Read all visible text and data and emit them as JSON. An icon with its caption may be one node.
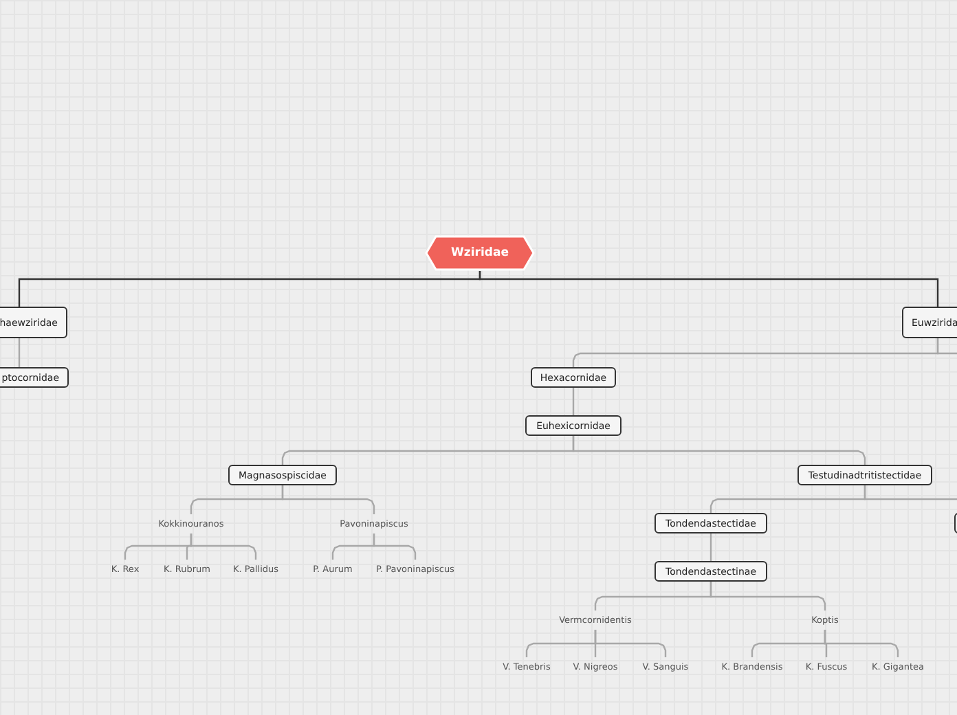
{
  "diagram": {
    "nodes": [
      {
        "text": [
          "Wziridae"
        ]
      },
      {
        "text": [
          "haewziridae"
        ]
      },
      {
        "text": [
          "ptocornidae"
        ]
      },
      {
        "text": [
          "Euwzirida"
        ]
      },
      {
        "text": [
          "Hexacornidae"
        ]
      },
      {
        "text": [
          "Euhexicornidae"
        ]
      },
      {
        "text": [
          "Magnasospiscidae"
        ]
      },
      {
        "text": [
          "Testudinadtritistectidae"
        ]
      },
      {
        "text": [
          "Kokkinouranos"
        ]
      },
      {
        "text": [
          "Pavoninapiscus"
        ]
      },
      {
        "text": [
          "K. Rex"
        ]
      },
      {
        "text": [
          "K. Rubrum"
        ]
      },
      {
        "text": [
          "K. Pallidus"
        ]
      },
      {
        "text": [
          "P. Aurum"
        ]
      },
      {
        "text": [
          "P. Pavoninapiscus"
        ]
      },
      {
        "text": [
          "Tondendastectidae"
        ]
      },
      {
        "text": [],
        "shape": "box"
      },
      {
        "text": [
          "Tondendastectinae"
        ]
      },
      {
        "text": [
          "Vermcornidentis"
        ]
      },
      {
        "text": [
          "Koptis"
        ]
      },
      {
        "text": [
          "V. Tenebris"
        ]
      },
      {
        "text": [
          "V. Nigreos"
        ]
      },
      {
        "text": [
          "V. Sanguis"
        ]
      },
      {
        "text": [
          "K. Brandensis"
        ]
      },
      {
        "text": [
          "K. Fuscus"
        ]
      },
      {
        "text": [
          "K. Gigantea"
        ]
      }
    ],
    "edges": [
      {
        "from": 0,
        "to": 1,
        "arrow": "none",
        "color": "#333333"
      },
      {
        "from": 0,
        "to": 3,
        "arrow": "none",
        "color": "#333333"
      },
      {
        "from": 1,
        "to": 2,
        "arrow": "none"
      },
      {
        "from": 3,
        "to": 4,
        "arrow": "none"
      },
      {
        "from": 3,
        "to": null,
        "arrow": "none"
      },
      {
        "from": 4,
        "to": 5,
        "arrow": "none"
      },
      {
        "from": 5,
        "to": 6,
        "arrow": "none"
      },
      {
        "from": 5,
        "to": 7,
        "arrow": "none"
      },
      {
        "from": 6,
        "to": 8,
        "arrow": "none"
      },
      {
        "from": 6,
        "to": 9,
        "arrow": "none"
      },
      {
        "from": 8,
        "to": 10,
        "arrow": "none"
      },
      {
        "from": 8,
        "to": 11,
        "arrow": "none"
      },
      {
        "from": 8,
        "to": 12,
        "arrow": "none"
      },
      {
        "from": 9,
        "to": 13,
        "arrow": "none"
      },
      {
        "from": 9,
        "to": 14,
        "arrow": "none"
      },
      {
        "from": 7,
        "to": 15,
        "arrow": "none"
      },
      {
        "from": 7,
        "to": 16,
        "arrow": "none"
      },
      {
        "from": 15,
        "to": 17,
        "arrow": "none"
      },
      {
        "from": 17,
        "to": 18,
        "arrow": "none"
      },
      {
        "from": 17,
        "to": 19,
        "arrow": "none"
      },
      {
        "from": 18,
        "to": 20,
        "arrow": "none"
      },
      {
        "from": 18,
        "to": 21,
        "arrow": "none"
      },
      {
        "from": 18,
        "to": 22,
        "arrow": "none"
      },
      {
        "from": 19,
        "to": 23,
        "arrow": "none"
      },
      {
        "from": 19,
        "to": 24,
        "arrow": "none"
      },
      {
        "from": 19,
        "to": 25,
        "arrow": "none"
      }
    ]
  }
}
